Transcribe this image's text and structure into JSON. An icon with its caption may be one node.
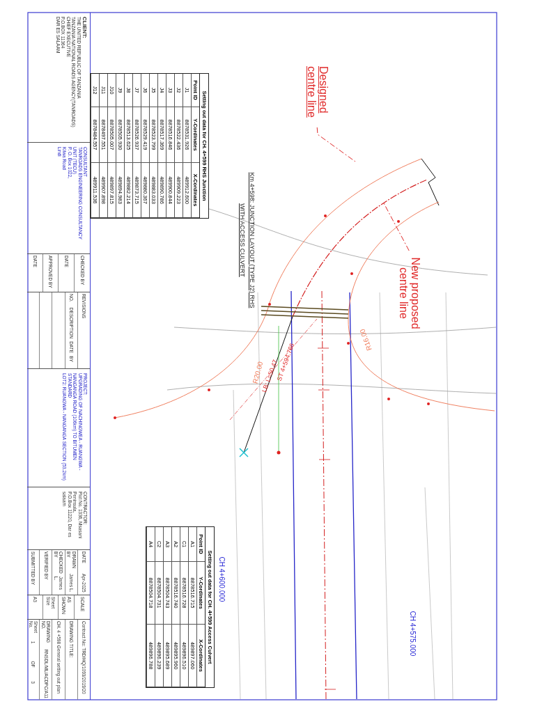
{
  "diagram": {
    "nodes": [
      {
        "text": [
          "Designed centre line"
        ]
      },
      {
        "text": [
          "New proposed centre line"
        ]
      }
    ],
    "edges": [
      {
        "from": 0,
        "to": null,
        "arrow": "none",
        "style": "dashed"
      },
      {
        "from": 1,
        "to": null,
        "arrow": "none",
        "style": "dashed"
      }
    ],
    "labels": [
      "CLIENT:",
      "THE UNITED REPUBLIC OF TANZANIA",
      "TANZANIA NATIONAL ROADS AGENCY(TANROADS)",
      "CHIEF EXECUTIVE",
      "P.O.BOX 11364",
      "DAR ES SALAAM",
      "CONSULTANT",
      "TANROADS ENGINEERING CONSULTANCY UNIT (TECU)",
      "P. O. Box 1022,",
      "Kilwa Road",
      "Lindi",
      "CHECKED BY",
      "DATE",
      "APPROVED BY",
      "DATE",
      "REVISIONS",
      "NO.",
      "DESCRIPTION",
      "DATE",
      "BY",
      "PROJECT:",
      "UPGRADING OF NACHINGWEA - RUANGWA - NANGANGA ROAD (106km) TO BITUMEN STANDARD",
      "LOT2: RUANGWA - NANGANGA SECTION (53.2km)",
      "CONTRACTOR:",
      "Plot No. 1336, Msasani Peninsula,",
      "P.O.Box 11220, Dar es salaam",
      "DATE",
      "Apr-2025",
      "DRAWN BY",
      "James L.",
      "CHECKED BY",
      "James L.",
      "VERIFIED BY",
      "SUBMITTED BY",
      "SCALE",
      "AS SHOWN",
      "Sheet Size",
      "A3",
      "Contract No: TRD/HQ/1093/2019/20",
      "DRAWING TITLE:",
      "CH. 4 +598 General setting out plan",
      "DRAWING NO.",
      "RNSDL/ML/ACDPC/A11",
      "Sheet No.",
      "1",
      "OF",
      "3",
      "Setting out data for CH. 4+599 RHS Junction",
      "Point ID",
      "Y-Cordinates",
      "X-Cordinates",
      "J1",
      "8878531.926",
      "489912.600",
      "J2",
      "8878522.436",
      "489909.223",
      "J3",
      "8878516.846",
      "489900.844",
      "J4",
      "8878517.369",
      "489890.786",
      "J5",
      "8878523.799",
      "489883.033",
      "J6",
      "8878529.419",
      "489880.367",
      "J7",
      "8878526.937",
      "489873.715",
      "J8",
      "8878513.625",
      "489882.214",
      "J9",
      "8878505.930",
      "489894.983",
      "J10",
      "8878505.007",
      "489897.815",
      "J11",
      "8878497.551",
      "489907.898",
      "J12",
      "8878484.557",
      "489911.536",
      "Setting out data for CH. 4+599 Access Culvert",
      "Point ID",
      "Y-Cordinates",
      "X-Cordinates",
      "A1",
      "8878516.715",
      "489897.060",
      "C1",
      "8878516.728",
      "489896.510",
      "A2",
      "8878516.740",
      "489895.960",
      "A3",
      "8878504.743",
      "489895.689",
      "C2",
      "8878504.731",
      "489896.239",
      "A4",
      "8878504.718",
      "489896.788",
      "Km 4+598: JUNCTION LAYOUT (TYPE J2) RHS",
      "WITH ACCESS CULVERT",
      "CH 4+600.000",
      "CH 4+575.000",
      "R16.00",
      "R20.00",
      "LB: L=50.47",
      "ST 4+594.766"
    ]
  }
}
